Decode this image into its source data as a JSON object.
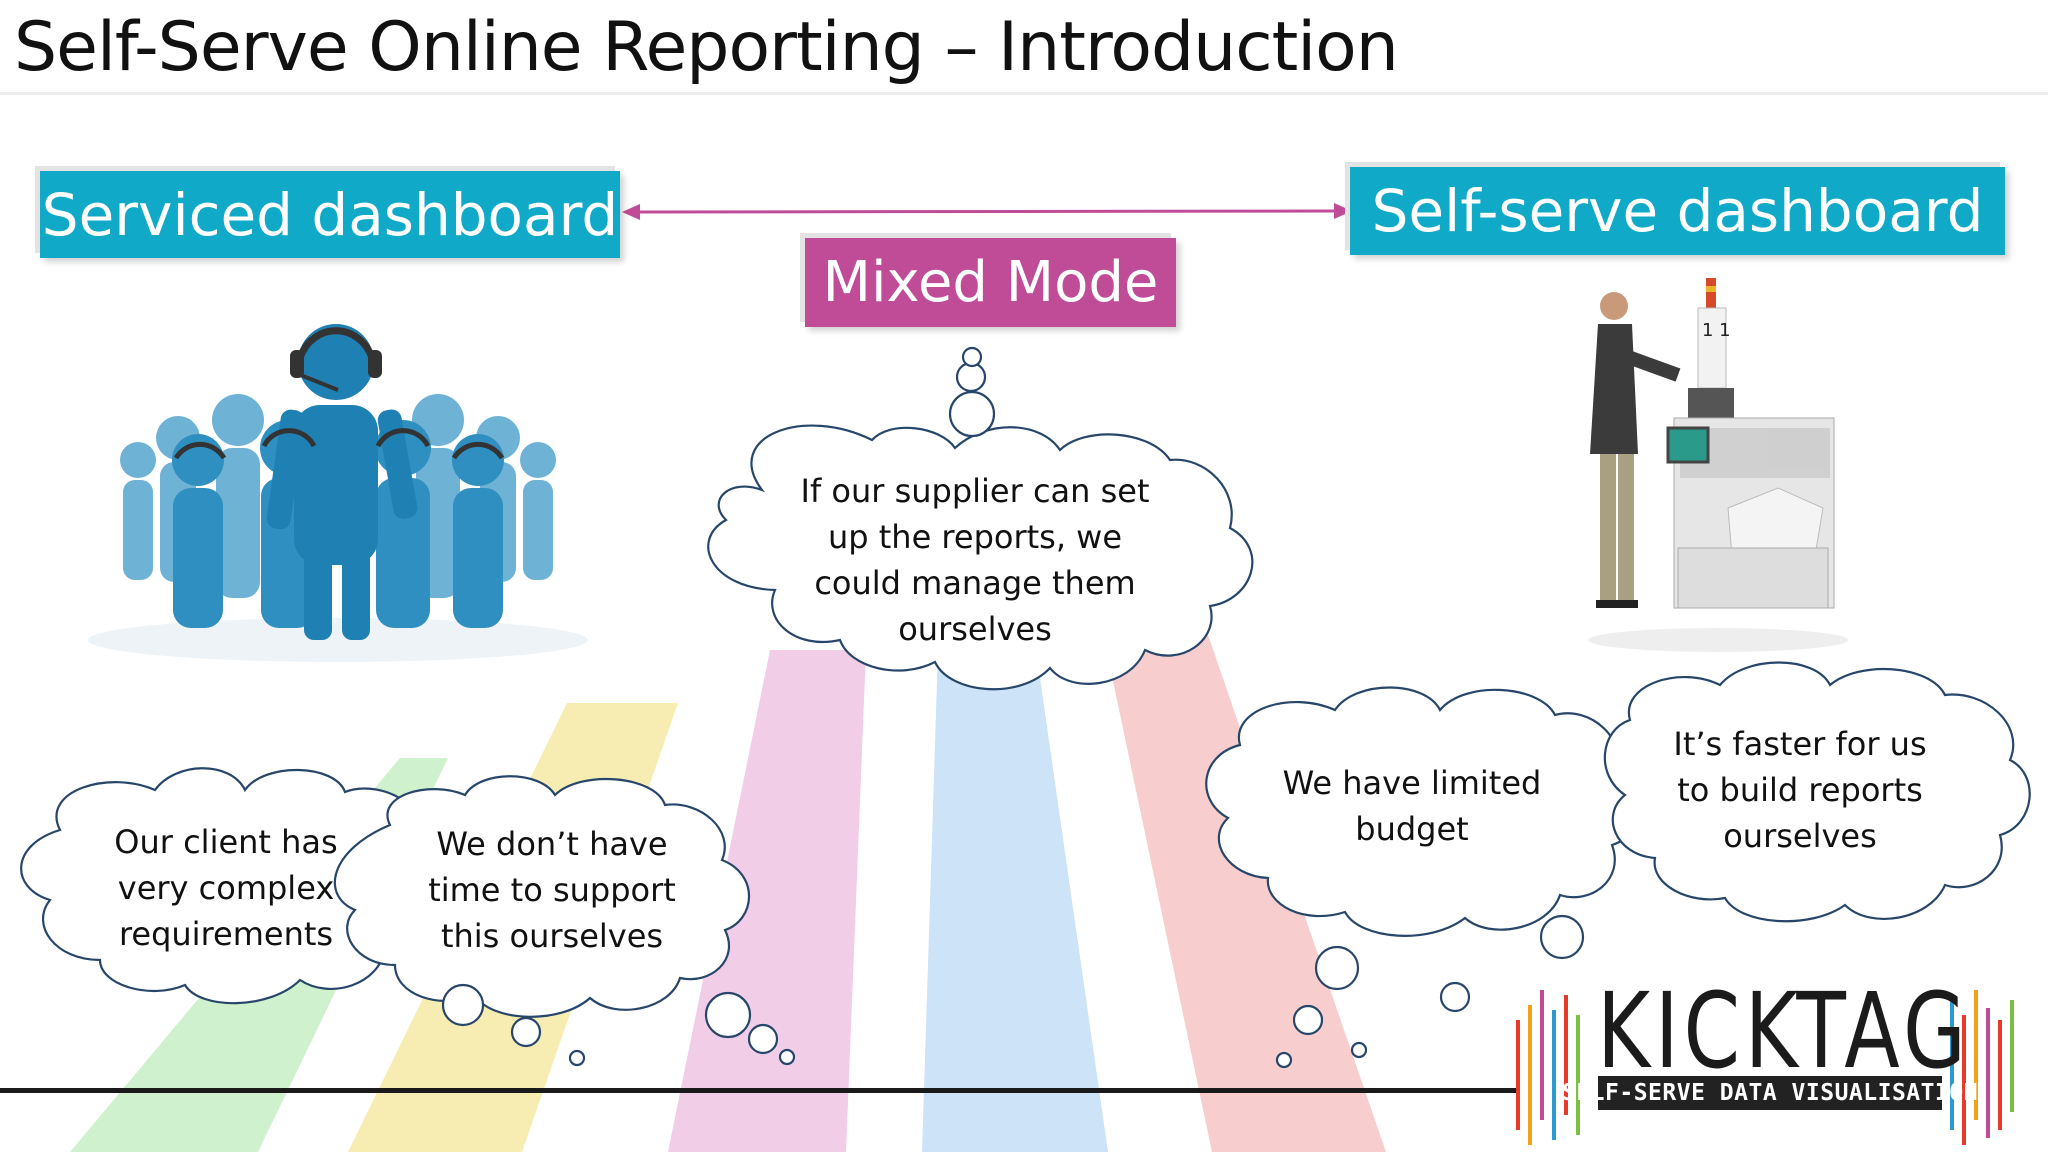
{
  "slide": {
    "title": "Self-Serve Online Reporting – Introduction"
  },
  "labels": {
    "serviced": "Serviced dashboard",
    "self_serve": "Self-serve dashboard",
    "mixed": "Mixed Mode"
  },
  "thought_bubbles": {
    "mixed": [
      "If our supplier can set",
      "up the reports, we",
      "could manage them",
      "ourselves"
    ],
    "complex": [
      "Our client has",
      "very complex",
      "requirements"
    ],
    "time": [
      "We don’t have",
      "time to support",
      "this ourselves"
    ],
    "budget": [
      "We have limited",
      "budget"
    ],
    "faster": [
      "It’s faster for us",
      "to build reports",
      "ourselves"
    ]
  },
  "logo": {
    "name": "KICKTAG",
    "tagline": "SELF-SERVE DATA VISUALISATION"
  },
  "colors": {
    "cyan_label": "#11a9c8",
    "magenta_label": "#c04c98",
    "arrow": "#c04c98",
    "figure_blue": "#2f8fc0"
  }
}
